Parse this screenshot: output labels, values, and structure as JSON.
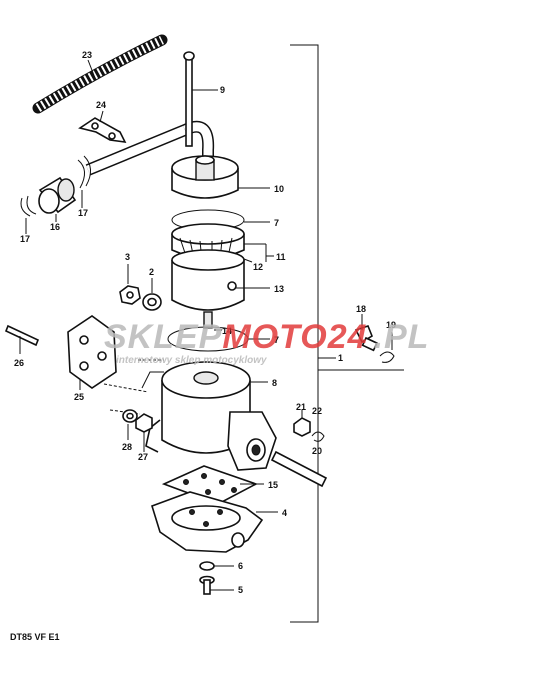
{
  "diagram": {
    "footer_code": "DT85 VF E1",
    "watermark": {
      "brand_part1": "SKLEP",
      "brand_part2": "MOTO",
      "brand_part3": "24",
      "tld": ".PL",
      "tagline": "internetowy sklep motocyklowy",
      "colors": {
        "gray": "#b9b9b9",
        "red": "#e23b3b"
      }
    },
    "callouts": {
      "c1": "1",
      "c2": "2",
      "c3": "3",
      "c4": "4",
      "c5": "5",
      "c6": "6",
      "c7a": "7",
      "c7b": "7",
      "c8": "8",
      "c9": "9",
      "c10": "10",
      "c11": "11",
      "c12": "12",
      "c13": "13",
      "c14": "14",
      "c15": "15",
      "c16": "16",
      "c17a": "17",
      "c17b": "17",
      "c18": "18",
      "c19": "19",
      "c20": "20",
      "c21": "21",
      "c22": "22",
      "c23": "23",
      "c24": "24",
      "c25": "25",
      "c26": "26",
      "c27": "27",
      "c28": "28"
    }
  }
}
